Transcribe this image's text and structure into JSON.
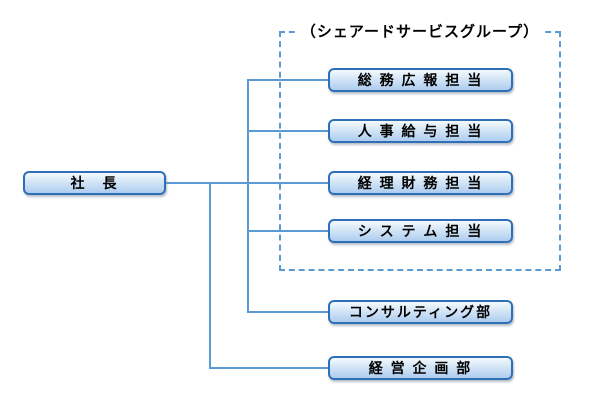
{
  "diagram": {
    "type": "org-chart",
    "root": {
      "label": "社　長"
    },
    "group": {
      "title": "（シェアードサービスグループ）"
    },
    "departments": [
      {
        "label": "総 務 広 報 担 当",
        "in_shared_services_group": true
      },
      {
        "label": "人 事 給 与 担 当",
        "in_shared_services_group": true
      },
      {
        "label": "経 理 財 務 担 当",
        "in_shared_services_group": true
      },
      {
        "label": "シ ス テ ム 担 当",
        "in_shared_services_group": true
      },
      {
        "label": "コンサルティング部",
        "in_shared_services_group": false
      },
      {
        "label": "経 営 企 画 部",
        "in_shared_services_group": false
      }
    ],
    "colors": {
      "box_border": "#2e6fb7",
      "box_fill_top": "#f5fafd",
      "box_fill_bottom": "#aecdf0",
      "connector": "#5b9bd5",
      "group_border": "#5b9bd5",
      "text": "#000000",
      "background": "#ffffff"
    }
  }
}
